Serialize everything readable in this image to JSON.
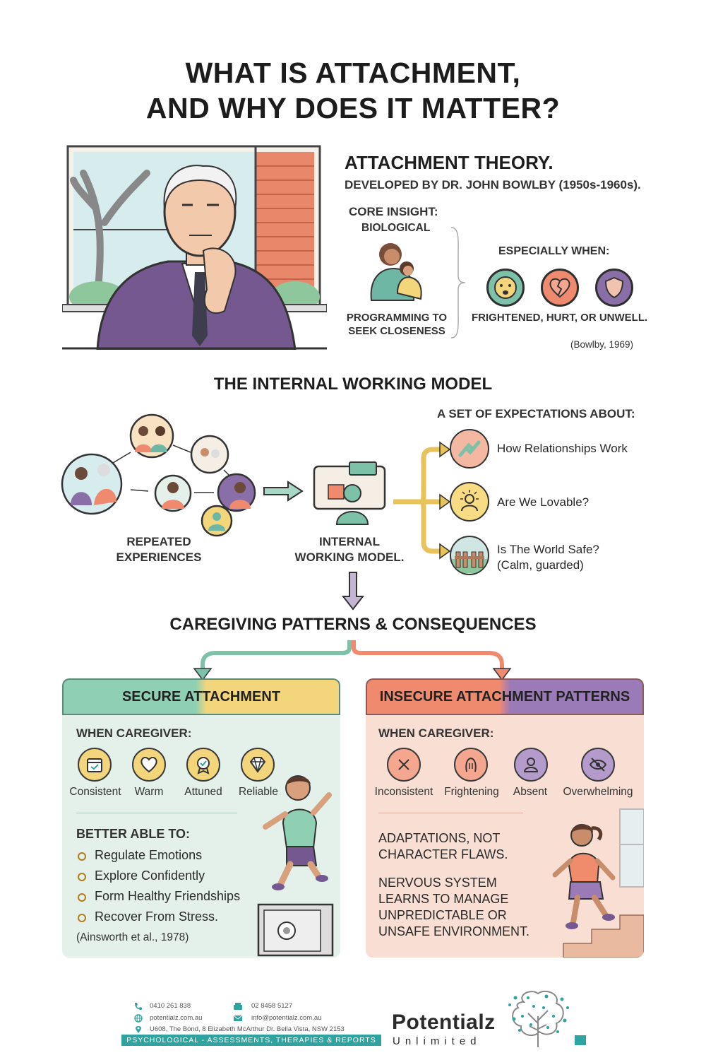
{
  "title": {
    "line1": "WHAT IS ATTACHMENT,",
    "line2": "AND WHY DOES IT MATTER?"
  },
  "theory": {
    "heading": "ATTACHMENT THEORY.",
    "developed": "DEVELOPED BY DR. JOHN BOWLBY (1950s-1960s).",
    "core_label": "CORE INSIGHT:",
    "biological": "BIOLOGICAL",
    "programming": "PROGRAMMING TO SEEK CLOSENESS",
    "especially": "ESPECIALLY WHEN:",
    "conditions": "FRIGHTENED, HURT, OR UNWELL.",
    "citation": "(Bowlby, 1969)",
    "emotion_icons": [
      "frightened-face-icon",
      "broken-heart-icon",
      "shield-icon"
    ]
  },
  "iwm": {
    "heading": "THE INTERNAL WORKING MODEL",
    "expectations_label": "A SET OF EXPECTATIONS ABOUT:",
    "repeated": "REPEATED EXPERIENCES",
    "model_label": "INTERNAL WORKING MODEL.",
    "questions": [
      {
        "text": "How Relationships Work",
        "icon": "hands-icon"
      },
      {
        "text": "Are We Lovable?",
        "icon": "sun-person-icon"
      },
      {
        "text": "Is The World Safe?",
        "sub": "(Calm, guarded)",
        "icon": "fence-icon"
      }
    ]
  },
  "caregiving": {
    "heading": "CAREGIVING PATTERNS & CONSEQUENCES",
    "secure": {
      "title": "SECURE ATTACHMENT",
      "when": "WHEN CAREGIVER:",
      "traits": [
        "Consistent",
        "Warm",
        "Attuned",
        "Reliable"
      ],
      "better_label": "BETTER ABLE TO:",
      "outcomes": [
        "Regulate Emotions",
        "Explore Confidently",
        "Form Healthy Friendships",
        "Recover From Stress."
      ],
      "citation": "(Ainsworth et al., 1978)"
    },
    "insecure": {
      "title": "INSECURE ATTACHMENT PATTERNS",
      "when": "WHEN CAREGIVER:",
      "traits": [
        "Inconsistent",
        "Frightening",
        "Absent",
        "Overwhelming"
      ],
      "adaptations": "ADAPTATIONS, NOT CHARACTER FLAWS.",
      "nervous": "NERVOUS SYSTEM LEARNS TO MANAGE UNPREDICTABLE OR UNSAFE ENVIRONMENT."
    }
  },
  "footer": {
    "phone": "0410  261 838",
    "fax": "02 8458 5127",
    "web": "potentialz.com.au",
    "email": "info@potentialz.com.au",
    "address": "U608, The Bond, 8 Elizabeth McArthur Dr. Bella Vista, NSW 2153",
    "tagline": "PSYCHOLOGICAL - ASSESSMENTS, THERAPIES & REPORTS",
    "brand": "Potentialz",
    "brand_sub": "Unlimited"
  },
  "colors": {
    "teal": "#7cc1a8",
    "yellow": "#f3d67c",
    "coral": "#ef8a6f",
    "purple": "#8a6ea8",
    "secure_bg": "#e4f1ea",
    "insecure_bg": "#f9ded3",
    "brand_teal": "#2ea3a0"
  }
}
